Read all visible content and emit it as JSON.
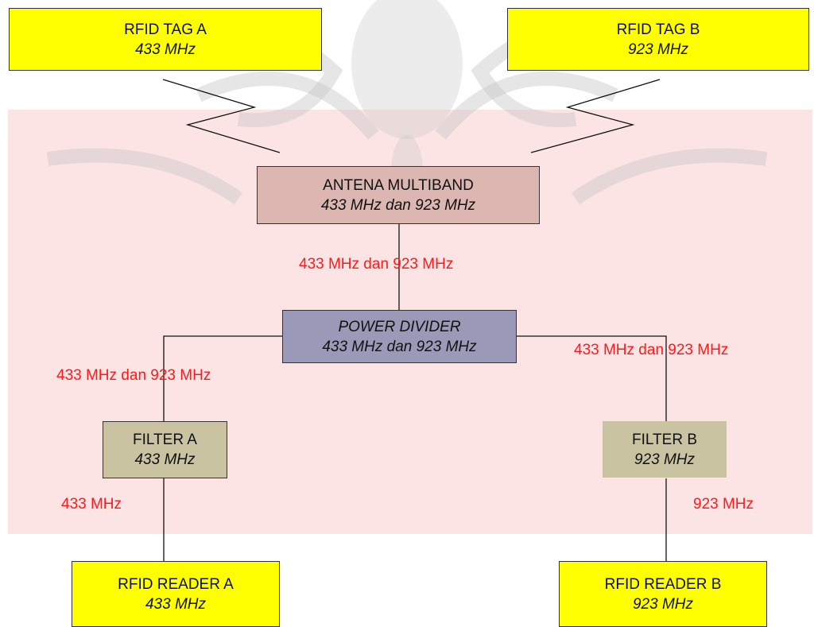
{
  "colors": {
    "tag_fill": "#ffff00",
    "antenna_fill": "#dcb6b0",
    "divider_fill": "#9a9ab8",
    "filter_fill": "#c9c3a2",
    "band_fill": "#fde4e4",
    "label_color": "#ff1a1a"
  },
  "tag_a": {
    "title": "RFID TAG A",
    "freq": "433 MHz"
  },
  "tag_b": {
    "title": "RFID TAG B",
    "freq": "923 MHz"
  },
  "antenna": {
    "title": "ANTENA MULTIBAND",
    "freq": "433 MHz dan 923 MHz"
  },
  "divider": {
    "title": "POWER DIVIDER",
    "freq": "433 MHz dan 923 MHz"
  },
  "filter_a": {
    "title": "FILTER A",
    "freq": "433 MHz"
  },
  "filter_b": {
    "title": "FILTER B",
    "freq": "923 MHz"
  },
  "reader_a": {
    "title": "RFID READER A",
    "freq": "433 MHz"
  },
  "reader_b": {
    "title": "RFID READER B",
    "freq": "923 MHz"
  },
  "labels": {
    "antenna_to_divider": "433 MHz dan 923 MHz",
    "divider_to_filter_a": "433 MHz dan 923 MHz",
    "divider_to_filter_b": "433 MHz dan 923 MHz",
    "filter_a_to_reader_a": "433 MHz",
    "filter_b_to_reader_b": "923 MHz"
  }
}
